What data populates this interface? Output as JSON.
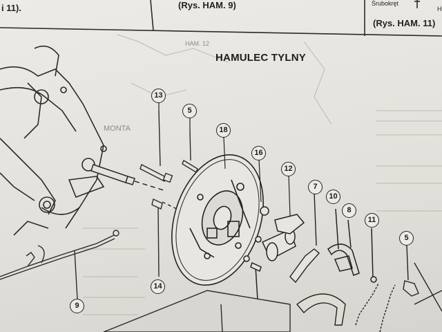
{
  "header": {
    "left_fragment": "i 11).",
    "center_ref": "(Rys. HAM. 9)",
    "right_ref": "(Rys. HAM. 11)",
    "srubokret": "Śrubokręt",
    "corner_letter": "H"
  },
  "figure": {
    "title": "HAMULEC TYLNY",
    "callouts": [
      "13",
      "5",
      "18",
      "16",
      "12",
      "7",
      "10",
      "8",
      "11",
      "5",
      "14",
      "9"
    ]
  },
  "faded_text": {
    "ham12": "HAM. 12",
    "montaz": "MONTA"
  }
}
